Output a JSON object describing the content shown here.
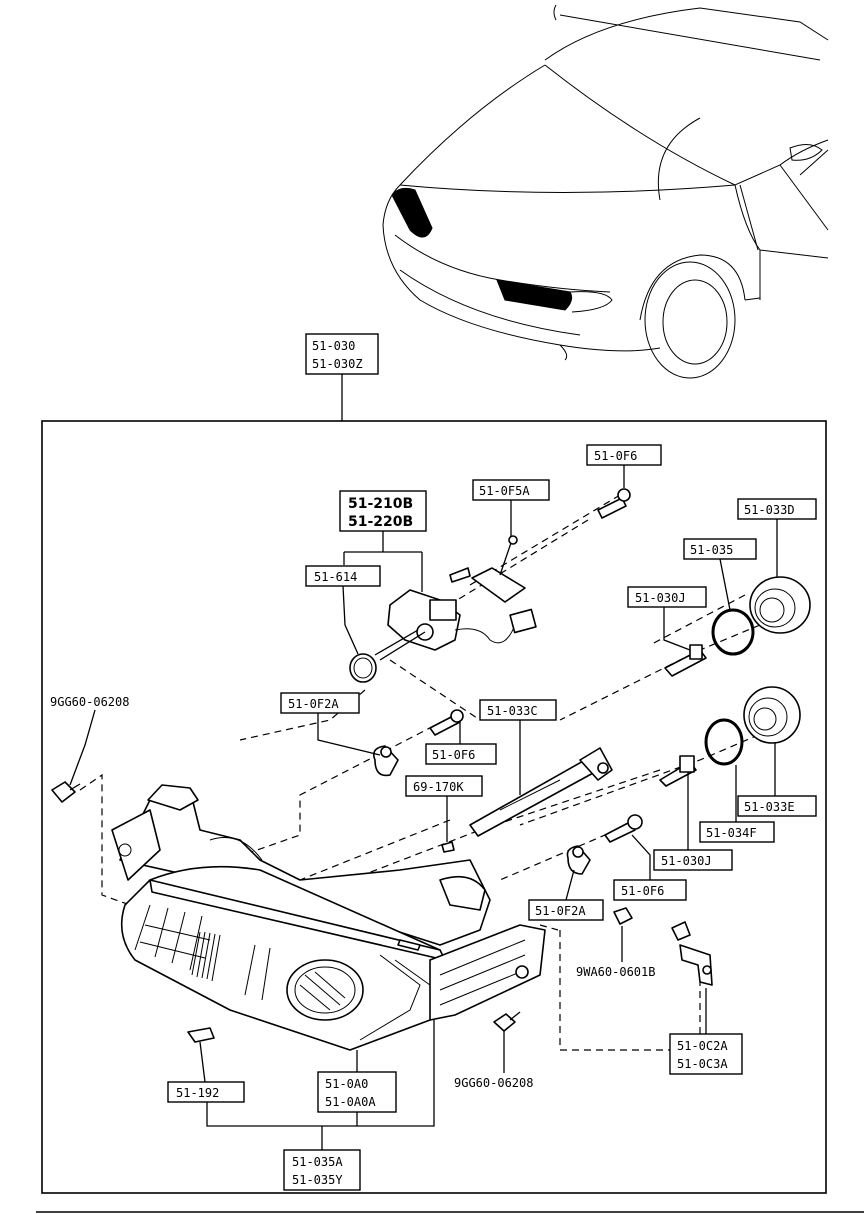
{
  "labels": {
    "assembly_top_a": "51-030",
    "assembly_top_b": "51-030Z",
    "part_0f6_top": "51-0F6",
    "part_0f5a": "51-0F5A",
    "part_033d": "51-033D",
    "part_210b": "51-210B",
    "part_220b": "51-220B",
    "part_035": "51-035",
    "part_614": "51-614",
    "part_030j_top": "51-030J",
    "bolt_left_top": "9GG60-06208",
    "part_0f2a_top": "51-0F2A",
    "part_033c": "51-033C",
    "part_0f6_mid": "51-0F6",
    "part_170k": "69-170K",
    "part_033e": "51-033E",
    "part_034f": "51-034F",
    "part_030j_bottom": "51-030J",
    "part_0f6_bottom": "51-0F6",
    "part_0f2a_bottom": "51-0F2A",
    "nut_9wa60": "9WA60-0601B",
    "part_0c2a": "51-0C2A",
    "part_0c3a": "51-0C3A",
    "part_192": "51-192",
    "part_0a0": "51-0A0",
    "part_0a0a": "51-0A0A",
    "bolt_bottom": "9GG60-06208",
    "assembly_bottom_a": "51-035A",
    "assembly_bottom_b": "51-035Y"
  }
}
